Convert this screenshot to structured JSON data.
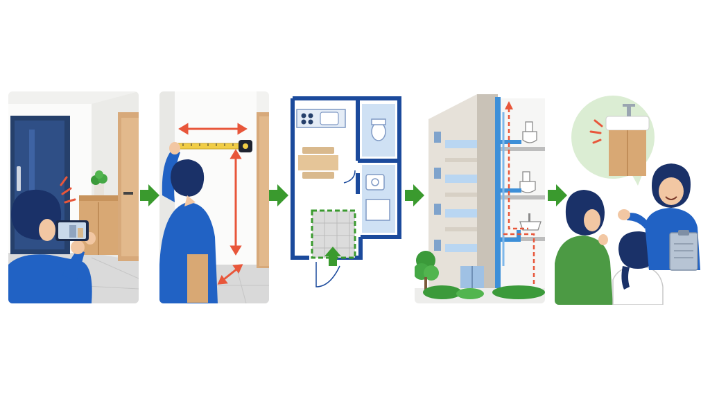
{
  "steps": [
    {
      "id": "photo",
      "icon": "smartphone-camera-icon"
    },
    {
      "id": "measure",
      "icon": "tape-measure-icon"
    },
    {
      "id": "floor-plan",
      "icon": "floor-plan-icon"
    },
    {
      "id": "plumbing",
      "icon": "pipe-icon"
    },
    {
      "id": "consultation",
      "icon": "sink-cabinet-icon"
    }
  ],
  "colors": {
    "flow_arrow": "#3a9a2e",
    "measure_marks": "#e8563a",
    "pipe": "#3d8fd8",
    "plan_wall": "#1b4a9c",
    "shirt": "#2162c4",
    "hair": "#1a3168",
    "bubble": "#dbedd3"
  }
}
